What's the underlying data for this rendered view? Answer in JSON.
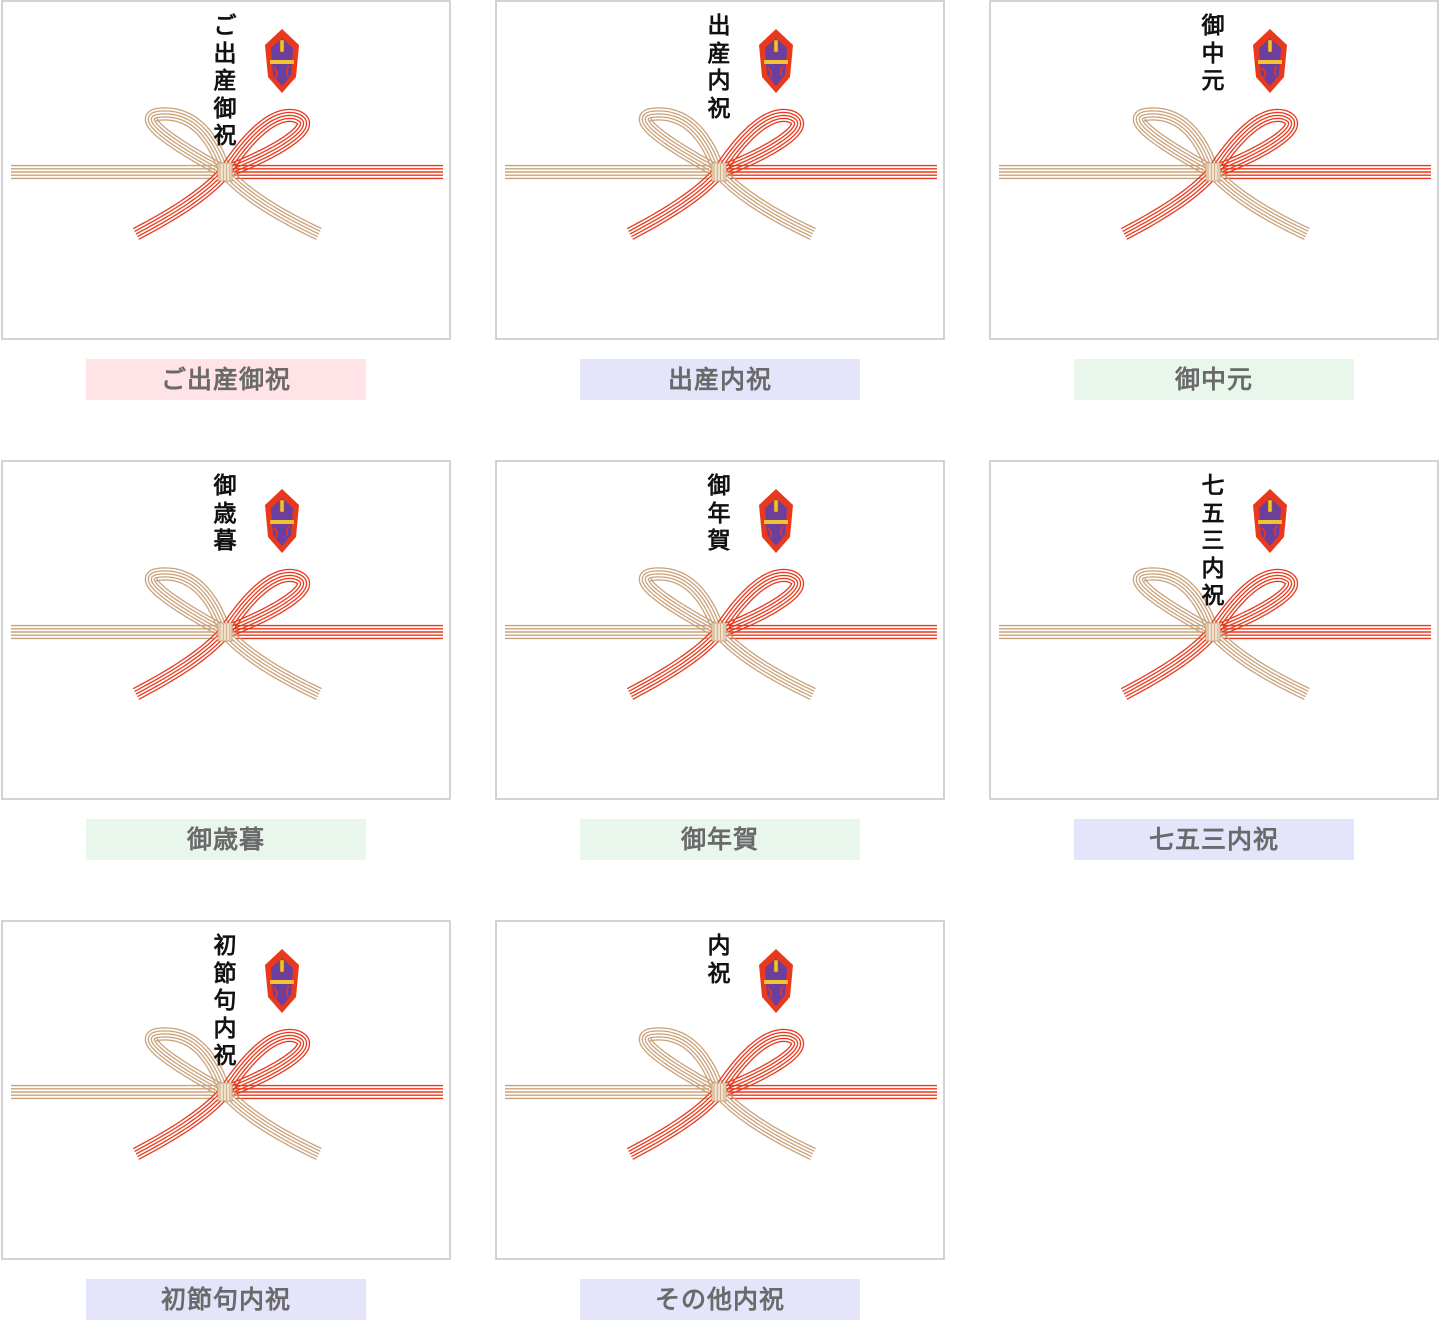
{
  "colors": {
    "border": "#d3d3d3",
    "label_text": "#6a6a6a",
    "mizuhiki_red": "#e8391c",
    "mizuhiki_gold": "#caa27a",
    "noshi_red": "#e8391c",
    "noshi_purple": "#6a3fa0",
    "noshi_gold": "#f2c230"
  },
  "noshi_icon": "noshi-ornament-icon",
  "cards": [
    {
      "id": "go-shussan-oiwai",
      "omote": "ご出産御祝",
      "label": "ご出産御祝",
      "label_bg": "#ffe3e6"
    },
    {
      "id": "shussan-uchiiwai",
      "omote": "出産内祝",
      "label": "出産内祝",
      "label_bg": "#e4e4fb"
    },
    {
      "id": "ochugen",
      "omote": "御中元",
      "label": "御中元",
      "label_bg": "#e9f6ec"
    },
    {
      "id": "oseibo",
      "omote": "御歳暮",
      "label": "御歳暮",
      "label_bg": "#e9f6ec"
    },
    {
      "id": "onenga",
      "omote": "御年賀",
      "label": "御年賀",
      "label_bg": "#e9f6ec"
    },
    {
      "id": "shichigosan-uchiiwai",
      "omote": "七五三内祝",
      "label": "七五三内祝",
      "label_bg": "#e4e4fb"
    },
    {
      "id": "hatsuzekku-uchiiwai",
      "omote": "初節句内祝",
      "label": "初節句内祝",
      "label_bg": "#e4e4fb"
    },
    {
      "id": "sonota-uchiiwai",
      "omote": "内祝",
      "label": "その他内祝",
      "label_bg": "#e4e4fb"
    }
  ]
}
